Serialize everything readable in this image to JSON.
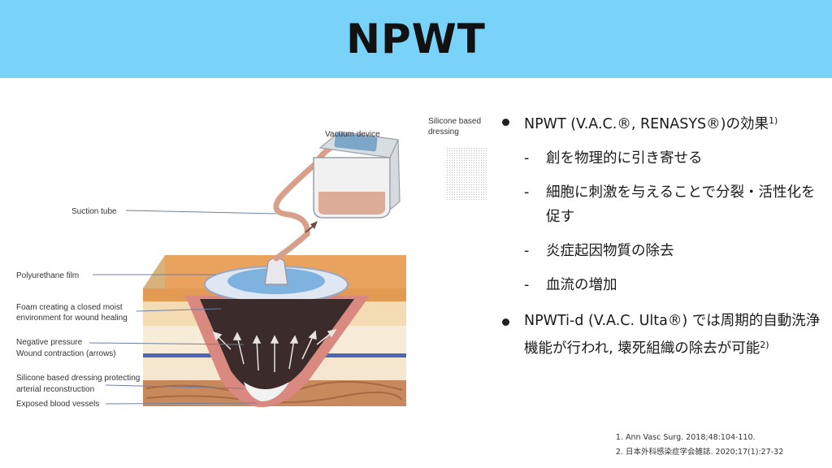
{
  "slide": {
    "title": "NPWT"
  },
  "figure": {
    "labels": {
      "vacuum_device": "Vacuum device",
      "silicone_dressing_line1": "Silicone based",
      "silicone_dressing_line2": "dressing",
      "suction_tube": "Suction tube",
      "polyurethane_film": "Polyurethane film",
      "foam_line1": "Foam creating a closed moist",
      "foam_line2": "environment for wound healing",
      "negative_pressure": "Negative pressure",
      "wound_contraction": "Wound contraction (arrows)",
      "silicone_protecting_line1": "Silicone based dressing protecting",
      "silicone_protecting_line2": "arterial reconstruction",
      "blood_vessels": "Exposed  blood vessels"
    },
    "colors": {
      "foam": "#3b2b2a",
      "skin": "#e9a35f",
      "tissue": "#f4e8cf",
      "wound_edge": "#d9897f",
      "film": "#7fb3df"
    }
  },
  "content": {
    "bullet1": {
      "text": "NPWT (V.A.C.®, RENASYS®)の効果",
      "ref": "1)",
      "subs": [
        "創を物理的に引き寄せる",
        "細胞に刺激を与えることで分裂・活性化を促す",
        "炎症起因物質の除去",
        "血流の増加"
      ]
    },
    "bullet2": {
      "text": "NPWTi-d (V.A.C. Ulta®) では周期的自動洗浄機能が行われ, 壊死組織の除去が可能",
      "ref": "2)"
    }
  },
  "references": [
    "Ann Vasc Surg. 2018;48:104-110.",
    "日本外科感染症学会雑誌. 2020;17(1):27-32"
  ]
}
